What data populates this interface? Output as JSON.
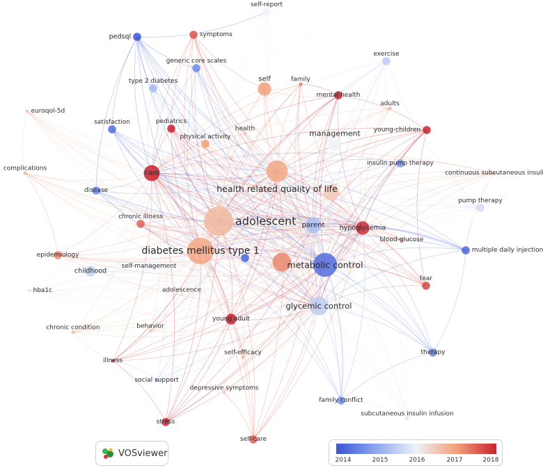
{
  "legend": {
    "ticks": [
      "2014",
      "2015",
      "2016",
      "2017",
      "2018"
    ],
    "colors": [
      "#3a55d6",
      "#8fa8ee",
      "#eef2f7",
      "#f2a07a",
      "#c8232f"
    ]
  },
  "logo": {
    "text": "VOSviewer"
  },
  "nodes": [
    {
      "id": "self-report",
      "label": "self-report",
      "year": 2016,
      "weight": 2
    },
    {
      "id": "pedsql",
      "label": "pedsql",
      "year": 2014,
      "weight": 2
    },
    {
      "id": "symptoms",
      "label": "symptoms",
      "year": 2017.6,
      "weight": 2
    },
    {
      "id": "generic-core-scales",
      "label": "generic core scales",
      "year": 2014.6,
      "weight": 2
    },
    {
      "id": "exercise",
      "label": "exercise",
      "year": 2015.5,
      "weight": 2
    },
    {
      "id": "type-2-diabetes",
      "label": "type 2 diabetes",
      "year": 2015.2,
      "weight": 2
    },
    {
      "id": "self",
      "label": "self",
      "year": 2017,
      "weight": 4
    },
    {
      "id": "family",
      "label": "family",
      "year": 2017.3,
      "weight": 1
    },
    {
      "id": "mental-health",
      "label": "mental health",
      "year": 2018,
      "weight": 2
    },
    {
      "id": "euroqol-5d",
      "label": "euroqol-5d",
      "year": 2016.6,
      "weight": 1
    },
    {
      "id": "adults",
      "label": "adults",
      "year": 2016.8,
      "weight": 1
    },
    {
      "id": "satisfaction",
      "label": "satisfaction",
      "year": 2014.3,
      "weight": 2
    },
    {
      "id": "pediatrics",
      "label": "pediatrics",
      "year": 2018,
      "weight": 2
    },
    {
      "id": "young-children",
      "label": "young-children",
      "year": 2018,
      "weight": 2
    },
    {
      "id": "health",
      "label": "health",
      "year": 2016.6,
      "weight": 1
    },
    {
      "id": "physical-activity",
      "label": "physical activity",
      "year": 2017,
      "weight": 2
    },
    {
      "id": "management",
      "label": "management",
      "year": 2016,
      "weight": 4
    },
    {
      "id": "complications",
      "label": "complications",
      "year": 2016.8,
      "weight": 1
    },
    {
      "id": "care",
      "label": "care",
      "year": 2018,
      "weight": 5
    },
    {
      "id": "insulin-pump-therapy",
      "label": "insulin pump therapy",
      "year": 2014.8,
      "weight": 2
    },
    {
      "id": "health-related-quality-of-life",
      "label": "health related quality of life",
      "year": 2016.9,
      "weight": 7
    },
    {
      "id": "continuous-subcutaneous-insuli",
      "label": "continuous subcutaneous insuli",
      "year": 2017,
      "weight": 1
    },
    {
      "id": "disease",
      "label": "disease",
      "year": 2014.6,
      "weight": 2
    },
    {
      "id": "pump-therapy",
      "label": "pump therapy",
      "year": 2015.7,
      "weight": 2
    },
    {
      "id": "parent",
      "label": "parent",
      "year": 2015.3,
      "weight": 5
    },
    {
      "id": "adolescent",
      "label": "adolescent",
      "year": 2016.7,
      "weight": 10
    },
    {
      "id": "chronic-illness",
      "label": "chronic illness",
      "year": 2017.5,
      "weight": 2
    },
    {
      "id": "hypoglycemia",
      "label": "hypoglycemia",
      "year": 2017.9,
      "weight": 4
    },
    {
      "id": "blood-glucose",
      "label": "blood-glucose",
      "year": 2017,
      "weight": 1
    },
    {
      "id": "diabetes-mellitus-type-1",
      "label": "diabetes mellitus type 1",
      "year": 2016.9,
      "weight": 9
    },
    {
      "id": "epidemiology",
      "label": "epidemiology",
      "year": 2017.2,
      "weight": 2
    },
    {
      "id": "multiple-daily-injections",
      "label": "multiple daily injections",
      "year": 2014.2,
      "weight": 2
    },
    {
      "id": "metabolic-control",
      "label": "metabolic control",
      "year": 2014.3,
      "weight": 8
    },
    {
      "id": "childhood",
      "label": "childhood",
      "year": 2015.6,
      "weight": 3
    },
    {
      "id": "self-management",
      "label": "self-management",
      "year": 2016,
      "weight": 2
    },
    {
      "id": "hba1c",
      "label": "hba1c",
      "year": 2015.8,
      "weight": 1
    },
    {
      "id": "fear",
      "label": "fear",
      "year": 2017.7,
      "weight": 2
    },
    {
      "id": "adolescence",
      "label": "adolescence",
      "year": 2016.2,
      "weight": 1
    },
    {
      "id": "glycemic-control",
      "label": "glycemic control",
      "year": 2015.5,
      "weight": 6
    },
    {
      "id": "young-adult",
      "label": "young adult",
      "year": 2018,
      "weight": 3
    },
    {
      "id": "behavior",
      "label": "behavior",
      "year": 2016.5,
      "weight": 1
    },
    {
      "id": "chronic-condition",
      "label": "chronic condition",
      "year": 2016.7,
      "weight": 1
    },
    {
      "id": "therapy",
      "label": "therapy",
      "year": 2014.5,
      "weight": 2
    },
    {
      "id": "illness",
      "label": "illness",
      "year": 2017.7,
      "weight": 1
    },
    {
      "id": "self-efficacy",
      "label": "self-efficacy",
      "year": 2016.7,
      "weight": 1
    },
    {
      "id": "social-support",
      "label": "social support",
      "year": 2015.3,
      "weight": 1
    },
    {
      "id": "depressive-symptoms",
      "label": "depressive symptoms",
      "year": 2016.4,
      "weight": 1
    },
    {
      "id": "family-conflict",
      "label": "family conflict",
      "year": 2014.7,
      "weight": 2
    },
    {
      "id": "subcutaneous-insulin-infusion",
      "label": "subcutaneous insulin infusion",
      "year": 2015.8,
      "weight": 1
    },
    {
      "id": "stress",
      "label": "stress",
      "year": 2018,
      "weight": 2
    },
    {
      "id": "self-care",
      "label": "self-care",
      "year": 2017.5,
      "weight": 2
    },
    {
      "year": 2017.2,
      "weight": 6
    },
    {
      "year": 2016.5,
      "weight": 5
    },
    {
      "year": 2014.2,
      "weight": 2
    }
  ]
}
